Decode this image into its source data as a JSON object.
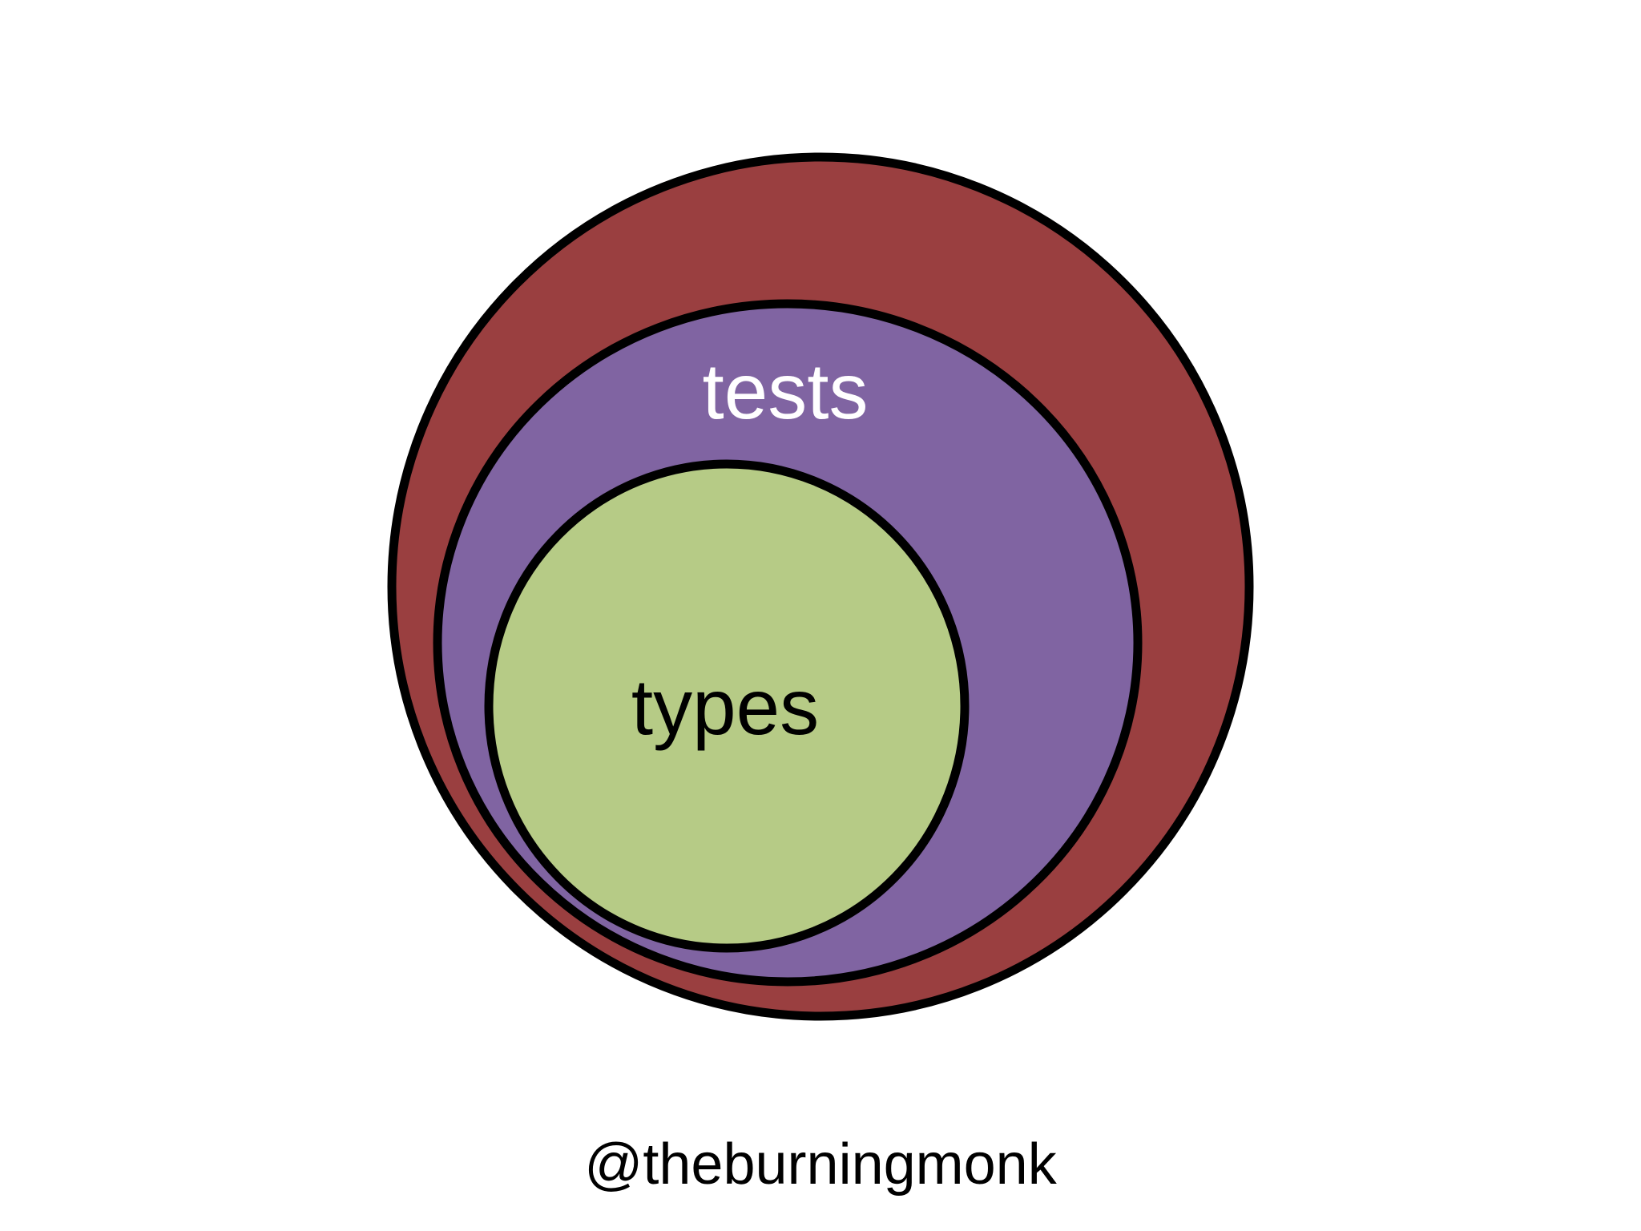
{
  "colors": {
    "outer_fill": "#9a3f40",
    "middle_fill": "#8064a2",
    "inner_fill": "#b6cb86",
    "outline": "#000000",
    "background": "#ffffff",
    "tests_text": "#ffffff",
    "types_text": "#000000"
  },
  "regions": {
    "tests_label": "tests",
    "types_label": "types"
  },
  "footer": {
    "handle": "@theburningmonk"
  }
}
